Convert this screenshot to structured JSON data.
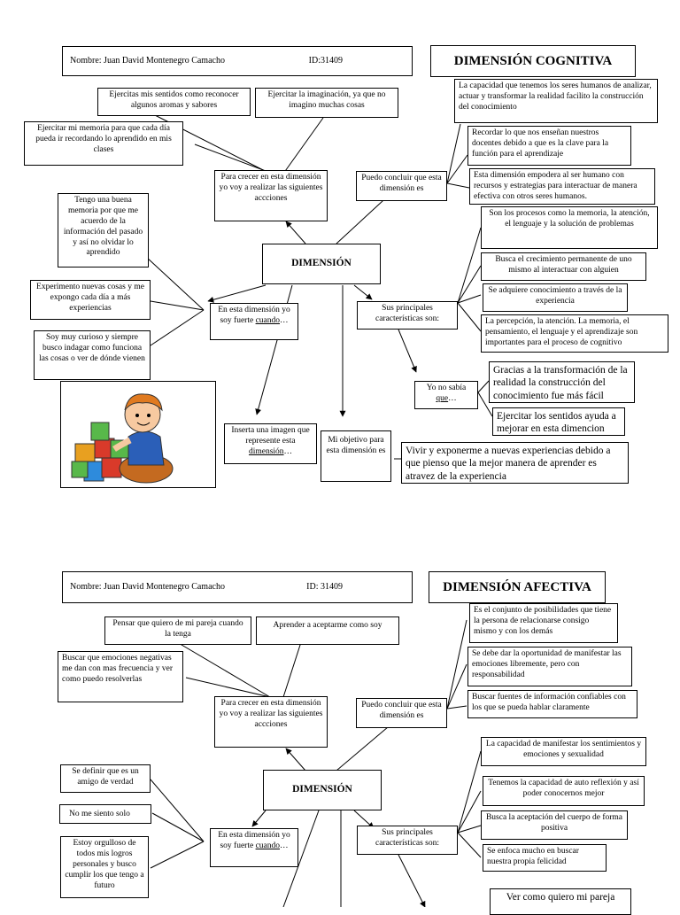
{
  "cognitive": {
    "header": {
      "name": "Nombre: Juan David Montenegro Camacho",
      "id": "ID:31409"
    },
    "title": "DIMENSIÓN COGNITIVA",
    "center": "DIMENSIÓN COGNITIVA",
    "grow_prompt": "Para crecer en esta dimensión yo voy a realizar las siguientes accciones",
    "grow_items": [
      "Ejercitas mis sentidos como reconocer algunos aromas y sabores",
      "Ejercitar la imaginación, ya que no imagino muchas cosas",
      "Ejercitar mi memoria para que cada día pueda ir recordando lo aprendido en mis clases"
    ],
    "conclude_prompt": "Puedo concluir que esta dimensión es",
    "conclude_items": [
      "La capacidad que tenemos los seres humanos de analizar, actuar y transformar la realidad facilito la construcción del conocimiento",
      "Recordar lo que nos enseñan nuestros docentes debido a que es la clave para la función para el aprendizaje",
      "Esta dimensión empodera al ser humano con recursos y estrategias para interactuar de manera efectiva con otros seres humanos."
    ],
    "strong_prompt_a": "En esta dimensión yo soy fuerte",
    "strong_prompt_b": "cuando",
    "strong_prompt_c": "…",
    "strong_items": [
      "Tengo una buena memoria por que me acuerdo de la información del pasado y así no olvidar lo aprendido",
      "Experimento nuevas cosas y me expongo cada día a más experiencias",
      "Soy muy curioso y siempre busco indagar como funciona las cosas o ver de dónde vienen"
    ],
    "features_prompt": "Sus principales características son:",
    "features_items": [
      "Son los procesos como la memoria, la atención, el lenguaje y la solución de problemas",
      "Busca el crecimiento permanente de uno mismo al interactuar con alguien",
      "Se adquiere conocimiento a través de la experiencia",
      "La percepción, la atención. La memoria, el pensamiento, el lenguaje y el aprendizaje son importantes para el proceso de cognitivo"
    ],
    "unknown_prompt_a": "Yo no sabía",
    "unknown_prompt_b": "que",
    "unknown_prompt_c": "…",
    "unknown_items": [
      "Gracias a la transformación de la realidad la construcción del conocimiento fue más fácil",
      "Ejercitar los sentidos ayuda a mejorar en esta dimencion"
    ],
    "image_prompt_a": "Inserta una imagen que represente esta",
    "image_prompt_b": "dimensión",
    "image_prompt_c": "…",
    "goal_prompt": "Mi objetivo para esta dimensión es",
    "goal_text": "Vivir y exponerme a nuevas experiencias debido a que pienso que la mejor manera de aprender es atravez de la experiencia"
  },
  "affective": {
    "header": {
      "name": "Nombre: Juan David Montenegro Camacho",
      "id": "ID: 31409"
    },
    "title": "DIMENSIÓN AFECTIVA",
    "center": "DIMENSIÓN AFECTIVA",
    "grow_prompt": "Para crecer en esta dimensión yo voy a realizar las siguientes accciones",
    "grow_items": [
      "Pensar que quiero de mi pareja cuando la tenga",
      "Aprender a aceptarme como soy",
      "Buscar que emociones negativas me dan con mas frecuencia y ver como puedo resolverlas"
    ],
    "conclude_prompt": "Puedo concluir que esta dimensión es",
    "conclude_items": [
      "Es el conjunto de posibilidades que tiene la persona de relacionarse consigo mismo y con los demás",
      "Se debe dar la oportunidad de manifestar las emociones libremente, pero con responsabilidad",
      "Buscar fuentes de información confiables con los que se pueda hablar claramente"
    ],
    "strong_prompt_a": "En esta dimensión yo soy fuerte",
    "strong_prompt_b": "cuando",
    "strong_prompt_c": "…",
    "strong_items": [
      "Se definir que es un amigo de verdad",
      "No me siento solo",
      "Estoy orgulloso de todos mis logros personales y busco cumplir los que tengo a futuro"
    ],
    "features_prompt": "Sus principales características son:",
    "features_items": [
      "La capacidad de manifestar los sentimientos y emociones y sexualidad",
      "Tenemos la capacidad de auto reflexión y así poder conocernos mejor",
      "Busca la aceptación del cuerpo de forma positiva",
      "Se enfoca mucho en buscar nuestra propia felicidad"
    ],
    "unknown_items": [
      "Ver como quiero mi pareja"
    ]
  }
}
